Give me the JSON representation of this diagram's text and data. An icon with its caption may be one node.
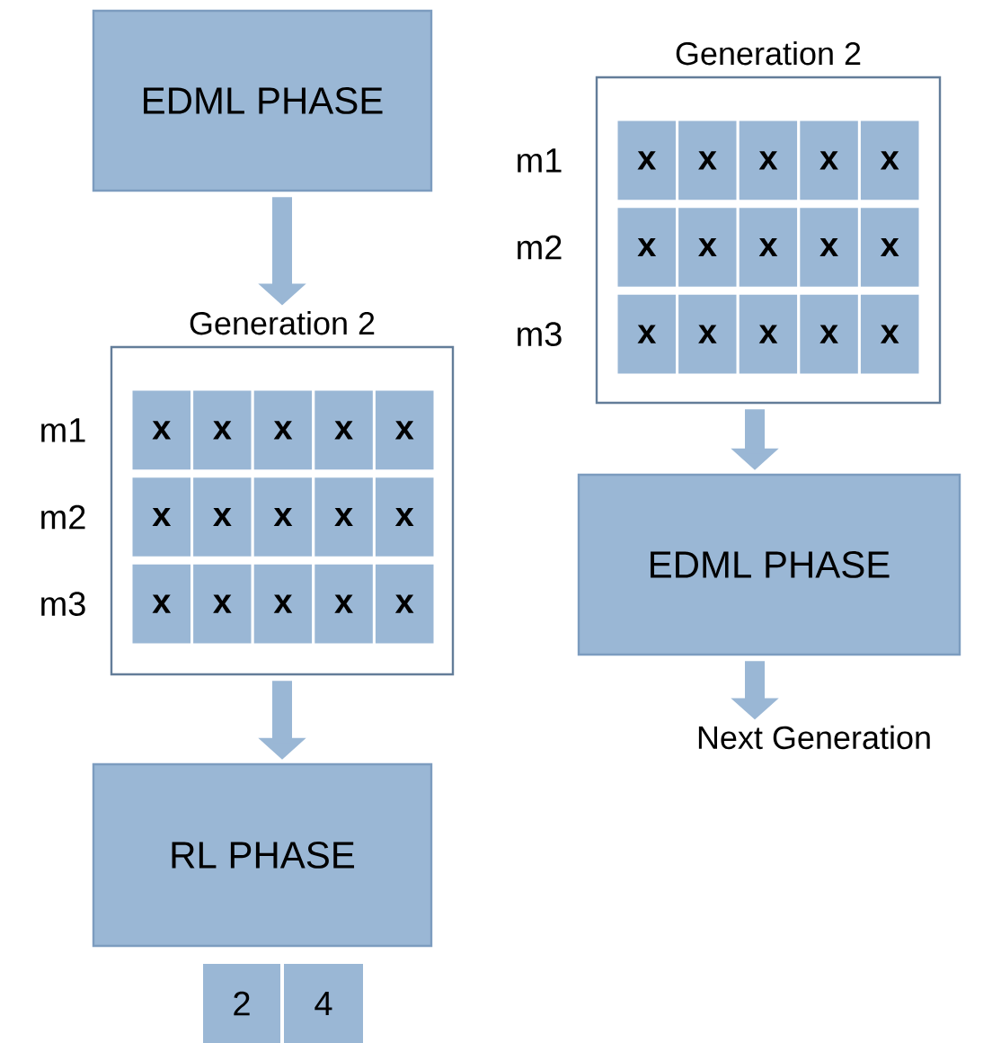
{
  "diagram": {
    "nodes": [
      {
        "text": [
          "EDML PHASE"
        ]
      },
      {
        "text": [
          "Generation 2"
        ]
      },
      {
        "text": [
          "x"
        ],
        "in": 1
      },
      {
        "text": [
          "x"
        ],
        "in": 1
      },
      {
        "text": [
          "x"
        ],
        "in": 1
      },
      {
        "text": [
          "x"
        ],
        "in": 1
      },
      {
        "text": [
          "x"
        ],
        "in": 1
      },
      {
        "text": [
          "x"
        ],
        "in": 1
      },
      {
        "text": [
          "x"
        ],
        "in": 1
      },
      {
        "text": [
          "x"
        ],
        "in": 1
      },
      {
        "text": [
          "x"
        ],
        "in": 1
      },
      {
        "text": [
          "x"
        ],
        "in": 1
      },
      {
        "text": [
          "x"
        ],
        "in": 1
      },
      {
        "text": [
          "x"
        ],
        "in": 1
      },
      {
        "text": [
          "x"
        ],
        "in": 1
      },
      {
        "text": [
          "x"
        ],
        "in": 1
      },
      {
        "text": [
          "x"
        ],
        "in": 1
      },
      {
        "text": [
          "RL PHASE"
        ]
      },
      {
        "text": [
          "2"
        ]
      },
      {
        "text": [
          "4"
        ]
      },
      {
        "text": [
          "Generation 2"
        ]
      },
      {
        "text": [
          "x"
        ],
        "in": 20
      },
      {
        "text": [
          "x"
        ],
        "in": 20
      },
      {
        "text": [
          "x"
        ],
        "in": 20
      },
      {
        "text": [
          "x"
        ],
        "in": 20
      },
      {
        "text": [
          "x"
        ],
        "in": 20
      },
      {
        "text": [
          "x"
        ],
        "in": 20
      },
      {
        "text": [
          "x"
        ],
        "in": 20
      },
      {
        "text": [
          "x"
        ],
        "in": 20
      },
      {
        "text": [
          "x"
        ],
        "in": 20
      },
      {
        "text": [
          "x"
        ],
        "in": 20
      },
      {
        "text": [
          "x"
        ],
        "in": 20
      },
      {
        "text": [
          "x"
        ],
        "in": 20
      },
      {
        "text": [
          "x"
        ],
        "in": 20
      },
      {
        "text": [
          "x"
        ],
        "in": 20
      },
      {
        "text": [
          "x"
        ],
        "in": 20
      },
      {
        "text": [
          "EDML PHASE"
        ]
      },
      {
        "text": [
          "Next Generation"
        ]
      }
    ],
    "edges": [
      {
        "from": 0,
        "to": 1,
        "arrow": "to"
      },
      {
        "from": 1,
        "to": 17,
        "arrow": "to"
      },
      {
        "from": 20,
        "to": 36,
        "arrow": "to"
      },
      {
        "from": 36,
        "to": 37,
        "arrow": "to"
      }
    ],
    "labels": [
      "m1",
      "m2",
      "m3",
      "m1",
      "m2",
      "m3"
    ]
  }
}
